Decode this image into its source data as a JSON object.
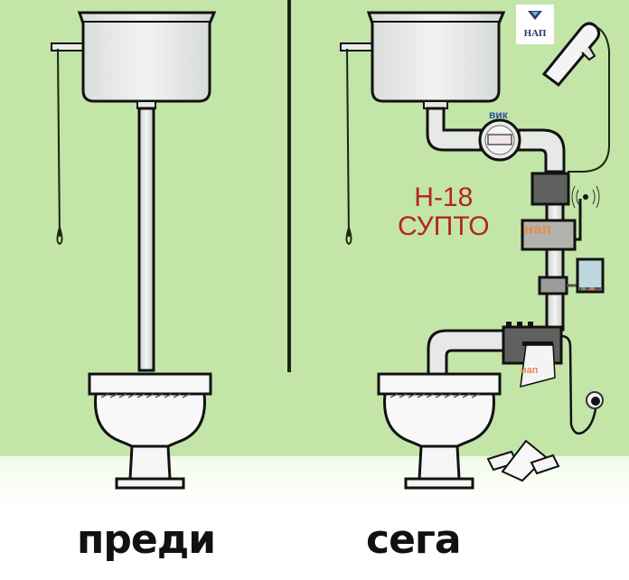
{
  "captions": {
    "before": "преди",
    "now": "сега"
  },
  "labels": {
    "meter": "вик",
    "regulation": "Н-18\nСУПТО",
    "regulation_line1": "Н-18",
    "regulation_line2": "СУПТО",
    "device_box": "нап",
    "receipt": "нап"
  },
  "logo": {
    "text": "НАП",
    "icon": "nap-logo-icon"
  },
  "colors": {
    "wall": "#c3e5a8",
    "floor": "#f6fcf0",
    "regulation_text": "#b3261e",
    "meter_text": "#2e4d9c",
    "nap_text": "#e48d52",
    "outline": "#1b2614"
  },
  "panels": [
    {
      "id": "before",
      "description": "classic high-tank toilet with pull chain"
    },
    {
      "id": "now",
      "description": "high-tank toilet with water meter, fiscal device, antenna, terminal, camera, receipt printer"
    }
  ]
}
